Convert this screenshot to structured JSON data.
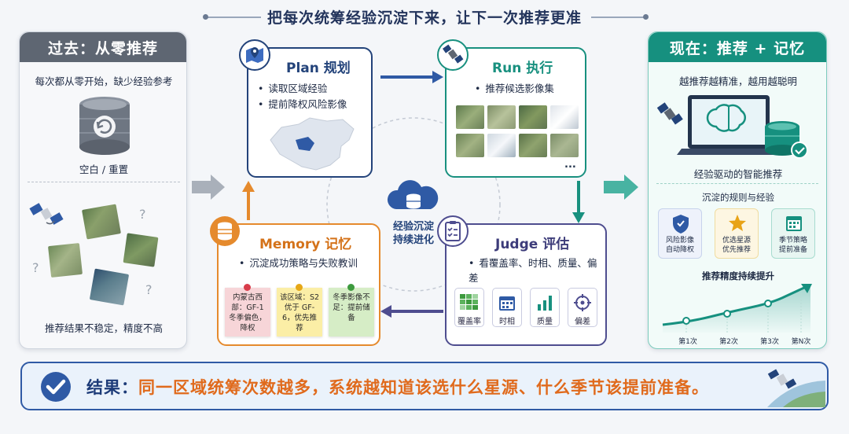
{
  "title": "把每次统筹经验沉淀下来，让下一次推荐更准",
  "past": {
    "header": "过去：从零推荐",
    "subtitle": "每次都从零开始，缺少经验参考",
    "db_label": "空白 / 重置",
    "bottom_text": "推荐结果不稳定，精度不高"
  },
  "plan": {
    "title": "Plan 规划",
    "bullets": [
      "读取区域经验",
      "提前降权风险影像"
    ]
  },
  "run": {
    "title": "Run 执行",
    "bullets": [
      "推荐候选影像集"
    ],
    "more": "..."
  },
  "center": {
    "line1": "经验沉淀",
    "line2": "持续进化"
  },
  "memory": {
    "title": "Memory 记忆",
    "bullet": "沉淀成功策略与失败教训",
    "notes": [
      {
        "text": "内蒙古西部：GF-1 冬季偏色，降权",
        "color": "#f7d5d8",
        "pin": "#d83c4a"
      },
      {
        "text": "该区域：S2 优于 GF-6，优先推荐",
        "color": "#fbeea6",
        "pin": "#e6a717"
      },
      {
        "text": "冬季影像不足：提前储备",
        "color": "#d6edc6",
        "pin": "#3d9a3e"
      }
    ]
  },
  "judge": {
    "title": "Judge 评估",
    "bullet": "看覆盖率、时相、质量、偏差",
    "metrics": [
      "覆盖率",
      "时相",
      "质量",
      "偏差"
    ]
  },
  "now": {
    "header": "现在：推荐 + 记忆",
    "subtitle": "越推荐越精准，越用越聪明",
    "system_label": "经验驱动的智能推荐",
    "rules_title": "沉淀的规则与经验",
    "rules": [
      {
        "line1": "风险影像",
        "line2": "自动降权",
        "color": "#2f5aa5",
        "bg": "#eef2fb"
      },
      {
        "line1": "优选星源",
        "line2": "优先推荐",
        "color": "#e8a317",
        "bg": "#fdf6e2"
      },
      {
        "line1": "季节策略",
        "line2": "提前准备",
        "color": "#16907f",
        "bg": "#e8f6f2"
      }
    ],
    "accuracy_title": "推荐精度持续提升",
    "x_labels": [
      "第1次",
      "第2次",
      "第3次",
      "第N次"
    ]
  },
  "result": {
    "label": "结果：",
    "text": "同一区域统筹次数越多，系统越知道该选什么星源、什么季节该提前准备。"
  },
  "colors": {
    "navy": "#23437a",
    "teal": "#18907f",
    "orange": "#e58a2d",
    "purple": "#4e4d8f",
    "gray": "#5e6672"
  }
}
